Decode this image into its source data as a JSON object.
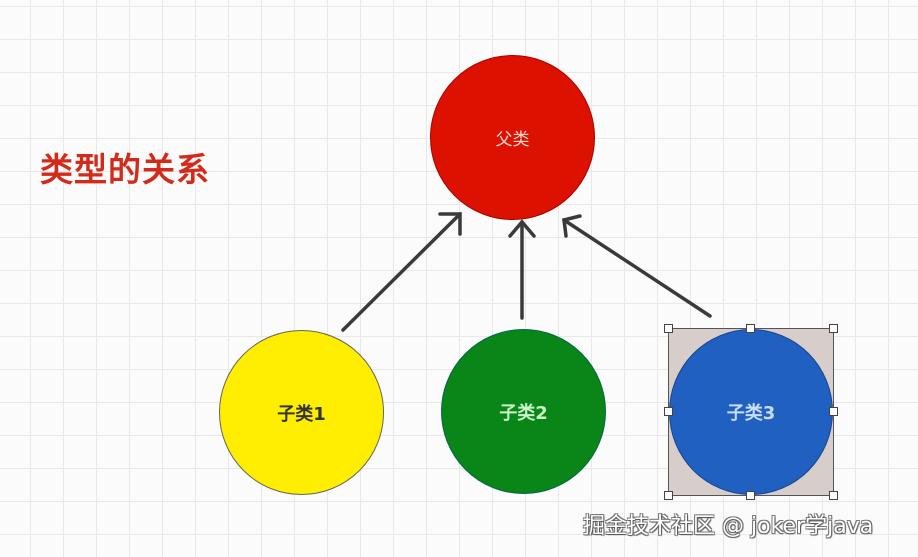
{
  "title": "类型的关系",
  "nodes": {
    "parent": {
      "label": "父类",
      "color": "#dd1100"
    },
    "child1": {
      "label": "子类1",
      "color": "#ffee00"
    },
    "child2": {
      "label": "子类2",
      "color": "#0a8518"
    },
    "child3": {
      "label": "子类3",
      "color": "#2060c0"
    }
  },
  "edges": [
    {
      "from": "子类1",
      "to": "父类"
    },
    {
      "from": "子类2",
      "to": "父类"
    },
    {
      "from": "子类3",
      "to": "父类"
    }
  ],
  "watermark": "掘金技术社区 @ joker学java"
}
